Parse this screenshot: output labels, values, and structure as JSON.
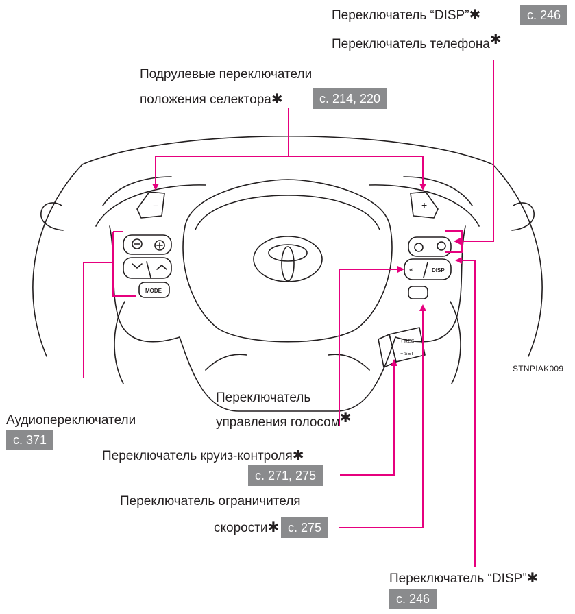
{
  "asterisk": "✱",
  "colors": {
    "leader": "#e6007e",
    "ref_bg": "#8a8b8d"
  },
  "labels": {
    "disp_top": {
      "text": "Переключатель “DISP”",
      "ref": "с. 246"
    },
    "phone": {
      "text": "Переключатель телефона"
    },
    "paddles": {
      "line1": "Подрулевые переключатели",
      "line2": "положения селектора",
      "ref": "с. 214, 220"
    },
    "audio": {
      "text": "Аудиопереключатели",
      "ref": "с. 371"
    },
    "voice": {
      "line1": "Переключатель",
      "line2": "управления голосом"
    },
    "cruise": {
      "text": "Переключатель круиз-контроля",
      "ref": "с. 271, 275"
    },
    "speed_limiter": {
      "line1": "Переключатель ограничителя",
      "line2": "скорости",
      "ref": "с. 275"
    },
    "disp_bottom": {
      "text": "Переключатель “DISP”",
      "ref": "с. 246"
    }
  },
  "image_code": "STNPIAK009",
  "wheel_markings": {
    "paddle_minus": "−",
    "paddle_plus": "+",
    "mode_button": "MODE",
    "disp_button": "DISP",
    "cruise_res": "+ RES",
    "cruise_set": "− SET"
  }
}
